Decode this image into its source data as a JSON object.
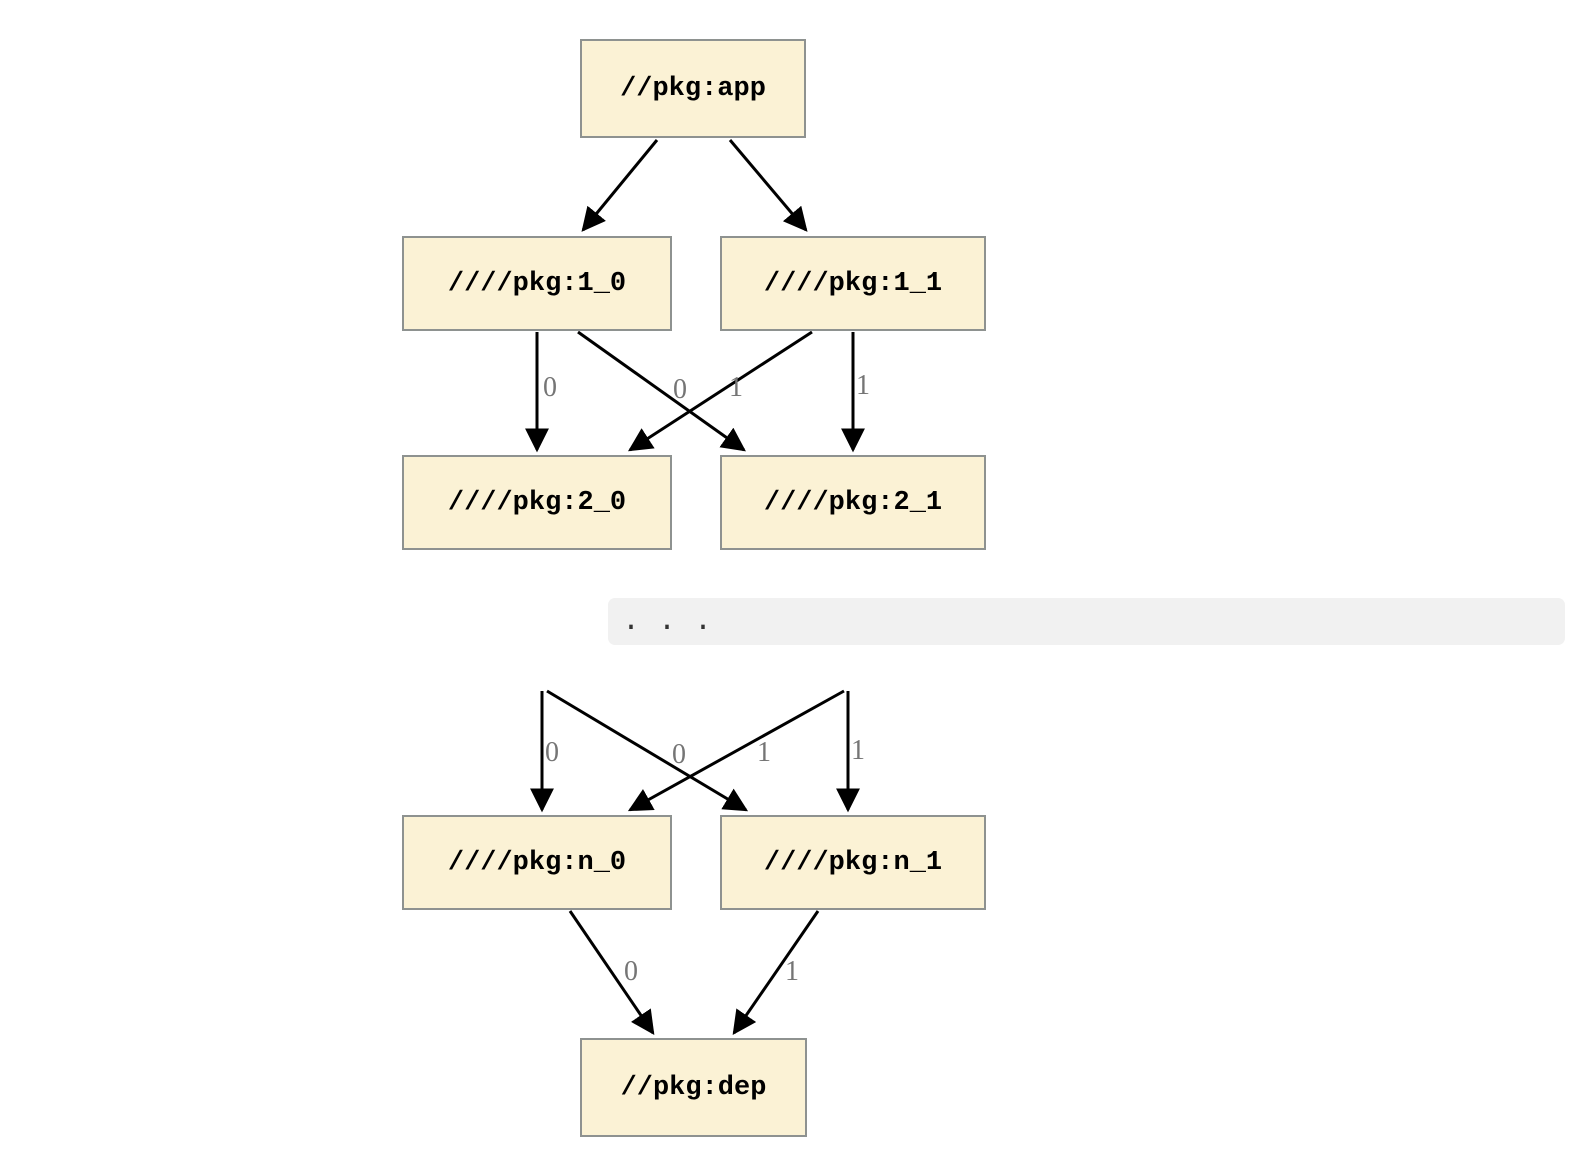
{
  "colors": {
    "background": "#ffffff",
    "node_fill": "#fbf2d5",
    "node_border": "#8e9290",
    "node_text": "#000000",
    "edge_color": "#000000",
    "edge_label_color": "#757575",
    "bar_fill": "#f1f1f1",
    "ellipsis_color": "#333333"
  },
  "nodes": {
    "app": {
      "label": "//pkg:app"
    },
    "v1_0": {
      "label": "////pkg:1_0"
    },
    "v1_1": {
      "label": "////pkg:1_1"
    },
    "v2_0": {
      "label": "////pkg:2_0"
    },
    "v2_1": {
      "label": "////pkg:2_1"
    },
    "n_0": {
      "label": "////pkg:n_0"
    },
    "n_1": {
      "label": "////pkg:n_1"
    },
    "dep": {
      "label": "//pkg:dep"
    }
  },
  "ellipsis": {
    "text": ".  .  ."
  },
  "edges": [
    {
      "from": "//pkg:app",
      "to": "////pkg:1_0",
      "label": ""
    },
    {
      "from": "//pkg:app",
      "to": "////pkg:1_1",
      "label": ""
    },
    {
      "from": "////pkg:1_0",
      "to": "////pkg:2_0",
      "label": "0"
    },
    {
      "from": "////pkg:1_0",
      "to": "////pkg:2_1",
      "label": "0"
    },
    {
      "from": "////pkg:1_1",
      "to": "////pkg:2_0",
      "label": "1"
    },
    {
      "from": "////pkg:1_1",
      "to": "////pkg:2_1",
      "label": "1"
    },
    {
      "from": "...",
      "to": "////pkg:n_0",
      "label": "0"
    },
    {
      "from": "...",
      "to": "////pkg:n_1",
      "label": "0"
    },
    {
      "from": "...",
      "to": "////pkg:n_0",
      "label": "1"
    },
    {
      "from": "...",
      "to": "////pkg:n_1",
      "label": "1"
    },
    {
      "from": "////pkg:n_0",
      "to": "//pkg:dep",
      "label": "0"
    },
    {
      "from": "////pkg:n_1",
      "to": "//pkg:dep",
      "label": "1"
    }
  ]
}
